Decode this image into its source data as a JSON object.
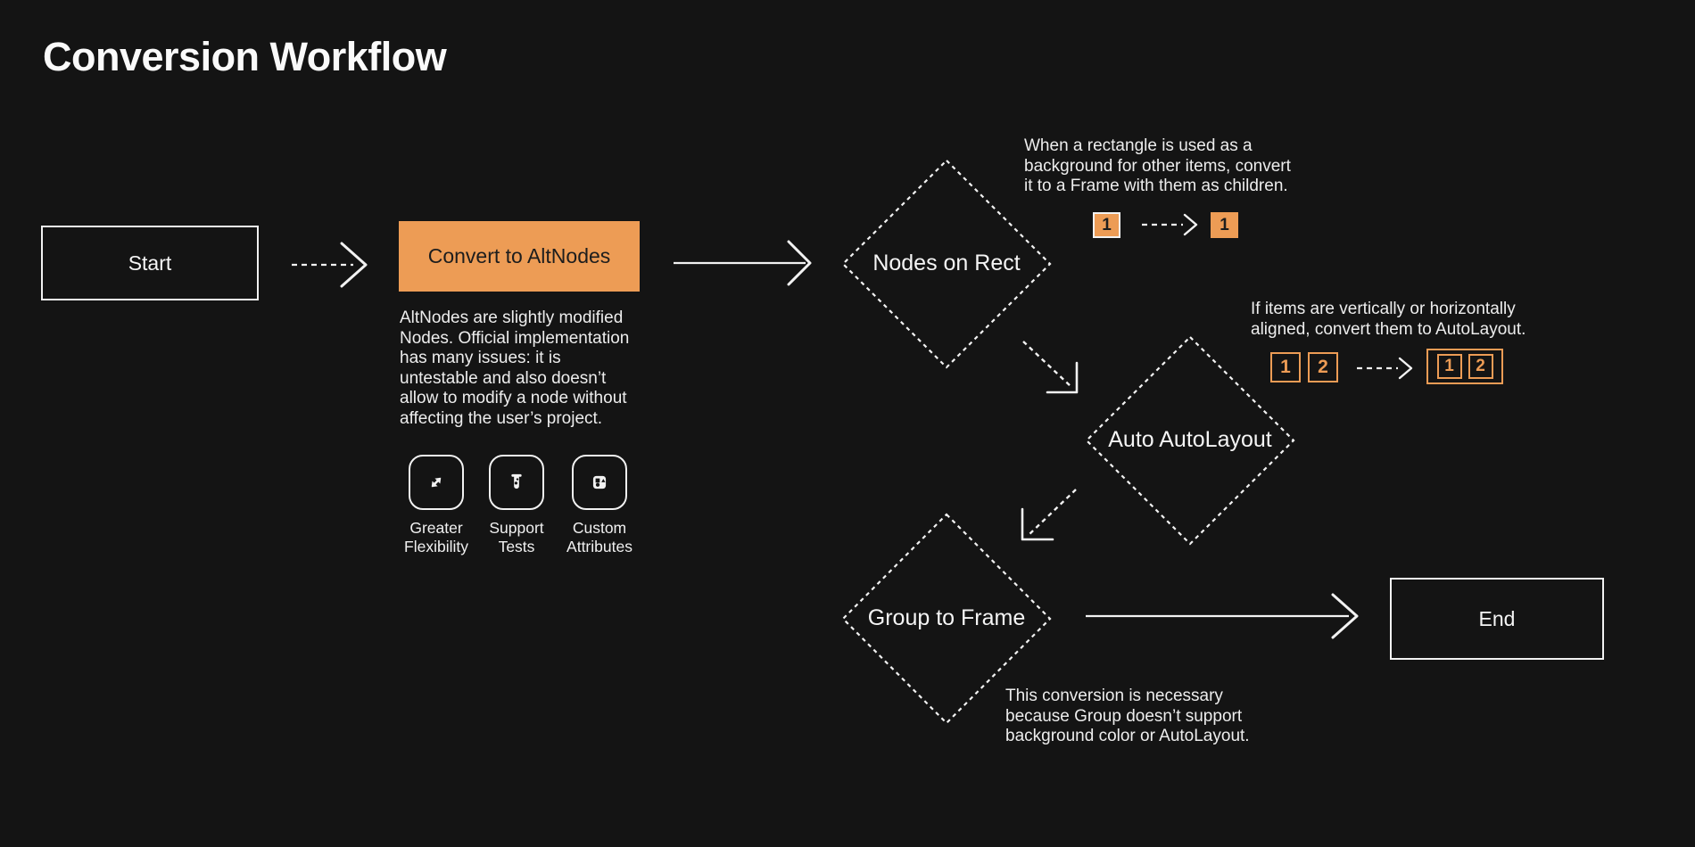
{
  "page": {
    "title": "Conversion Workflow",
    "colors": {
      "background": "#141414",
      "accent_orange": "#ED9C55",
      "line": "#F2F2F2",
      "text": "#EFEFEF",
      "dark_text": "#1D1D1D"
    }
  },
  "flow": {
    "start": {
      "label": "Start"
    },
    "convert": {
      "label": "Convert to AltNodes",
      "description": "AltNodes are slightly modified\nNodes. Official implementation\nhas many issues: it is\nuntestable and also doesn’t\nallow to modify a node without\naffecting the user’s project."
    },
    "features": [
      {
        "icon": "expand-diagonal-icon",
        "label": "Greater\nFlexibility"
      },
      {
        "icon": "test-tube-icon",
        "label": "Support\nTests"
      },
      {
        "icon": "shapes-icon",
        "label": "Custom\nAttributes"
      }
    ],
    "nodes_on_rect": {
      "label": "Nodes on Rect",
      "note": "When a rectangle is used as a\nbackground for other items, convert\nit to a Frame with them as children.",
      "demo": {
        "before": "1",
        "after": "1"
      }
    },
    "auto_autolayout": {
      "label": "Auto AutoLayout",
      "note": "If items are vertically or horizontally\naligned, convert them to AutoLayout.",
      "demo": {
        "item1": "1",
        "item2": "2"
      }
    },
    "group_to_frame": {
      "label": "Group to Frame",
      "note": "This conversion is necessary\nbecause Group doesn’t support\nbackground color or AutoLayout."
    },
    "end": {
      "label": "End"
    }
  }
}
